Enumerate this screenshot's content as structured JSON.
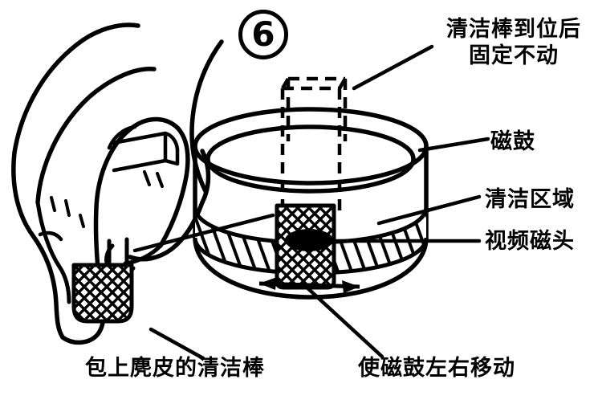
{
  "figure": {
    "step_number": "6",
    "description": "Hand holding a chamois-wrapped cleaning stick against a video head drum"
  },
  "labels": {
    "fix_in_place_line1": "清洁棒到位后",
    "fix_in_place_line2": "固定不动",
    "drum": "磁鼓",
    "cleaning_area": "清洁区域",
    "video_head": "视频磁头",
    "cleaning_stick": "包上麂皮的清洁棒",
    "move_drum": "使磁鼓左右移动"
  },
  "colors": {
    "ink": "#000000",
    "paper": "#ffffff"
  },
  "icons": {
    "rotation_arrow": "double-headed-horizontal-arrow",
    "step_badge": "circled-number-6"
  }
}
